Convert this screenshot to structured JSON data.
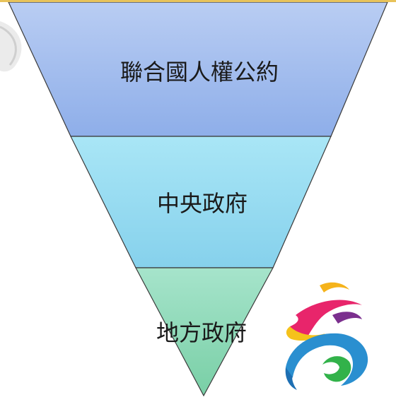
{
  "diagram": {
    "levels": [
      {
        "label": "聯合國人權公約"
      },
      {
        "label": "中央政府"
      },
      {
        "label": "地方政府"
      }
    ],
    "colors": {
      "level_top": "#95b3ea",
      "level_middle": "#8fd8ef",
      "level_bottom": "#90d8b8",
      "outline": "#3a3a3a",
      "accent_rule": "#e8c35a"
    }
  },
  "logo": {
    "ribbons": [
      "#f5b31b",
      "#e8256b",
      "#2a8fd0",
      "#32b24a",
      "#7b2f8e"
    ]
  }
}
